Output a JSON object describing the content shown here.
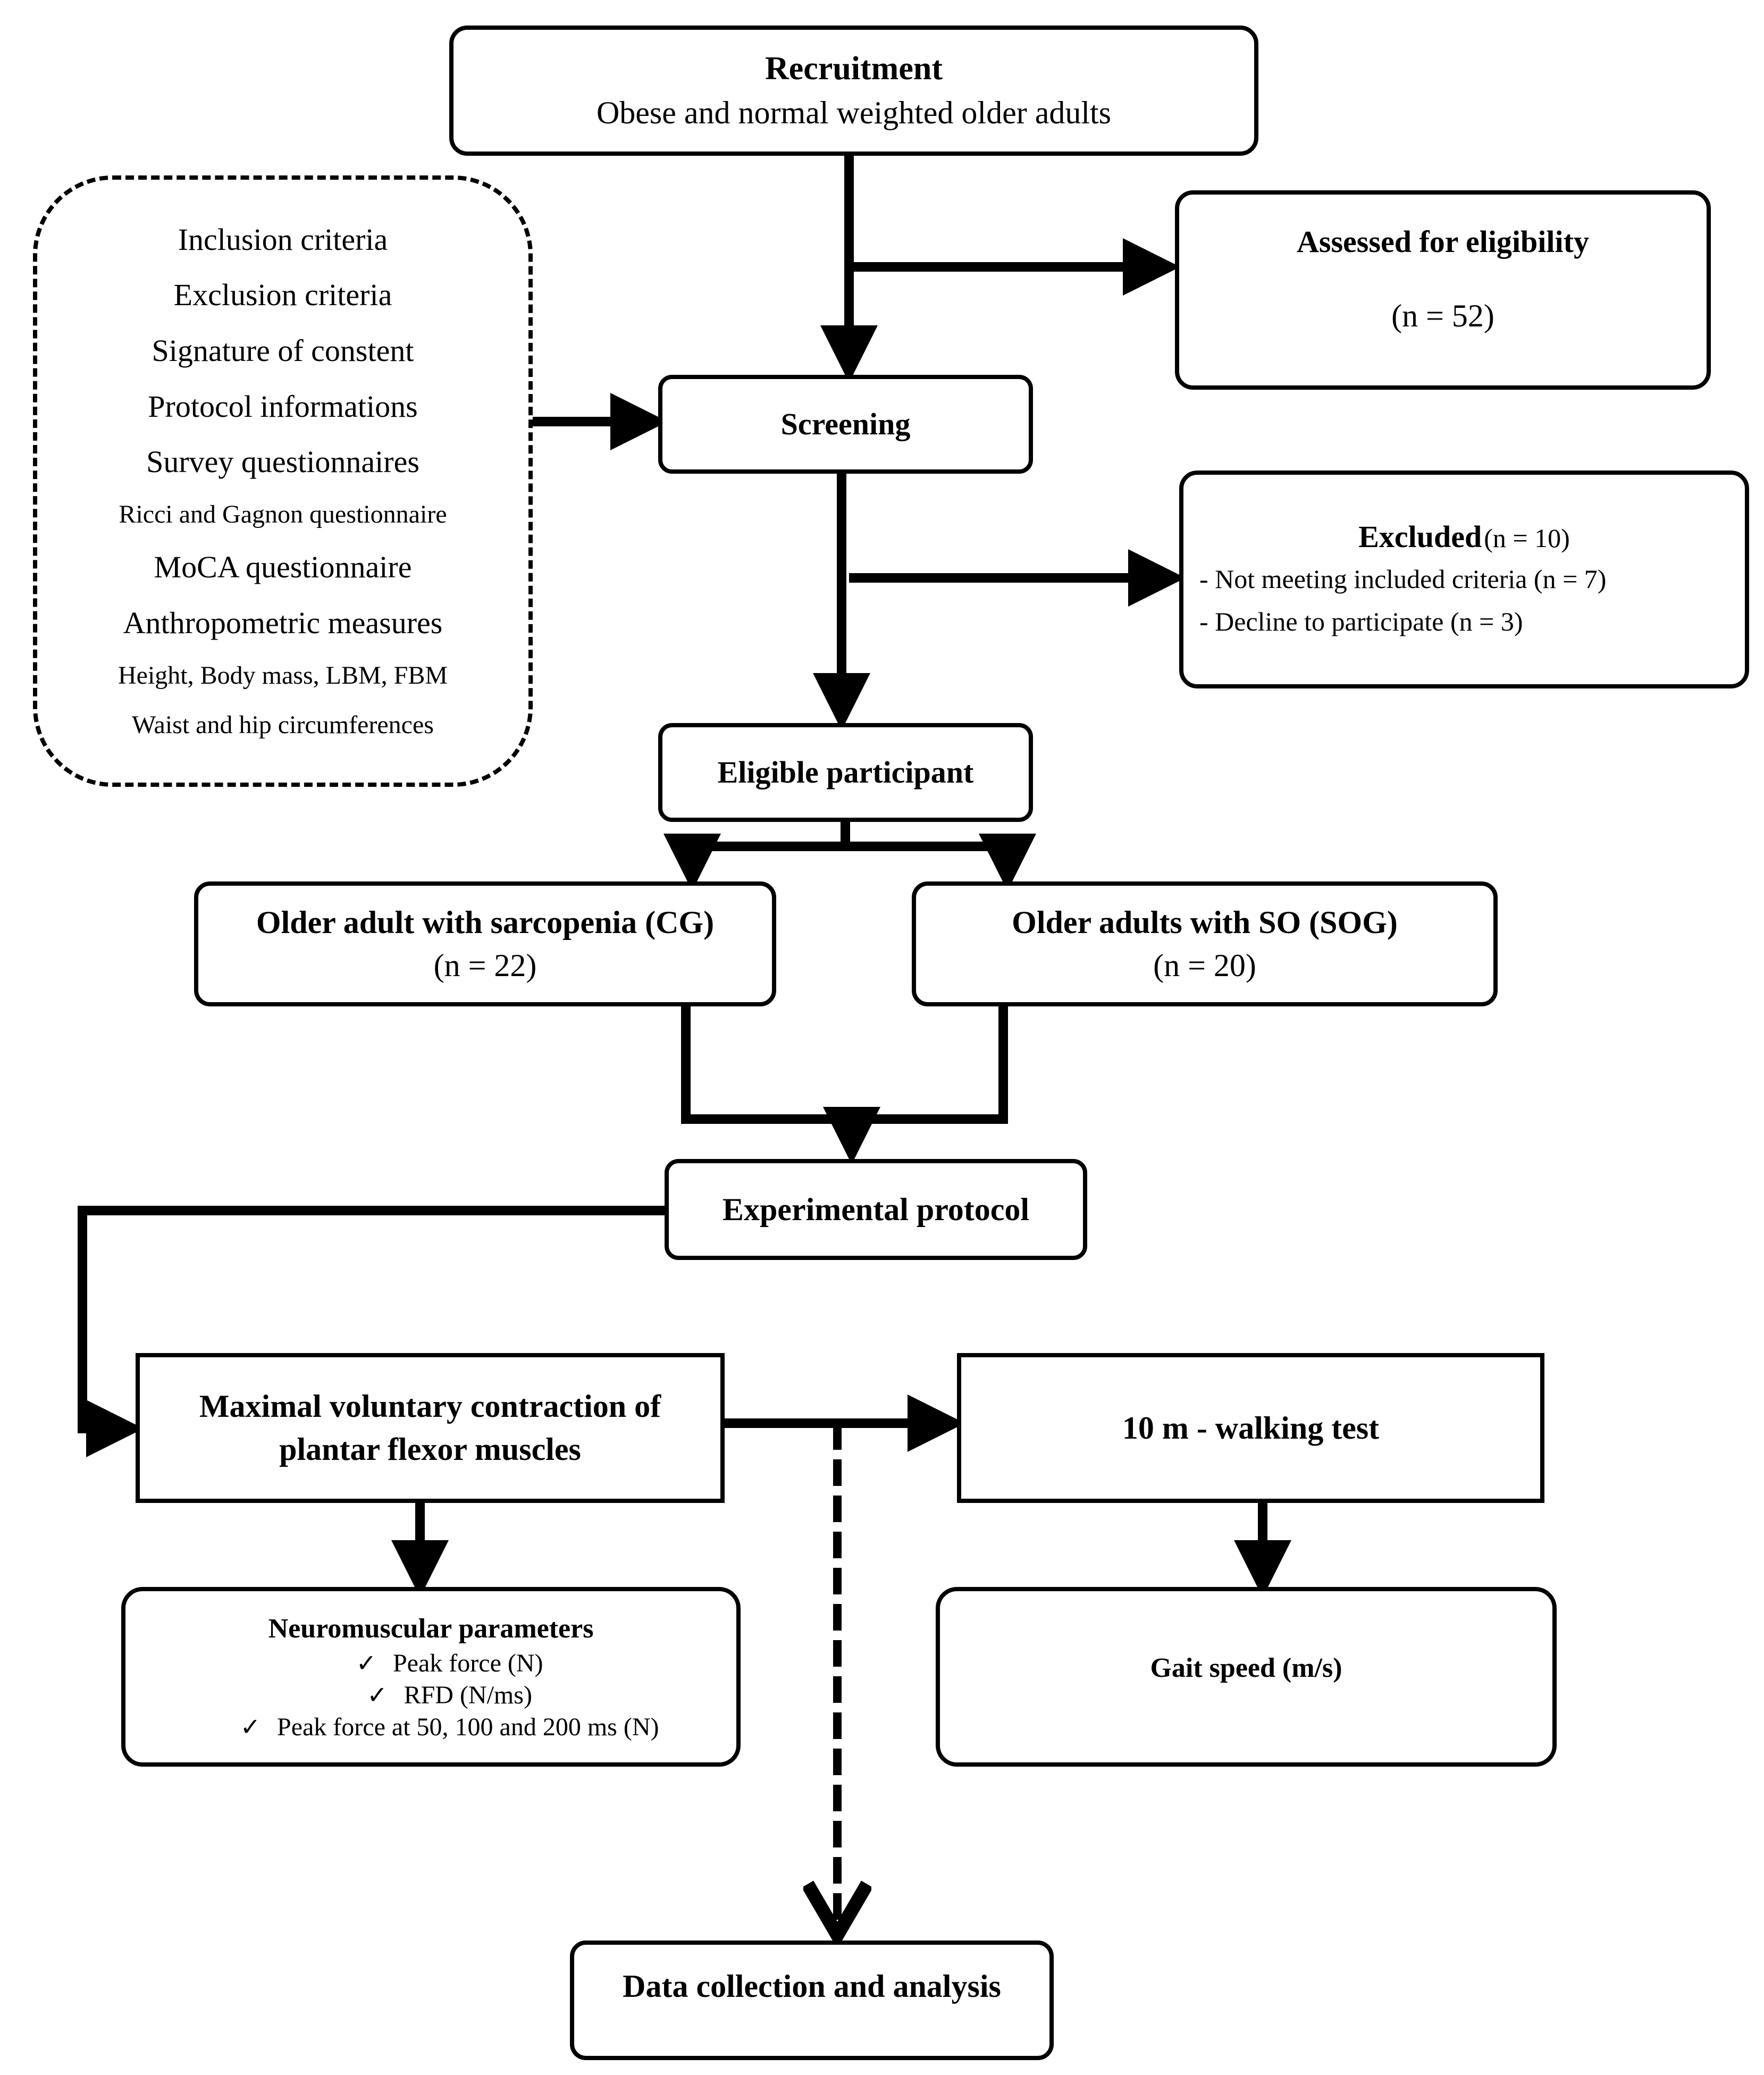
{
  "recruitment": {
    "title": "Recruitment",
    "subtitle": "Obese and normal weighted older adults"
  },
  "eligibility": {
    "title": "Assessed for eligibility",
    "count": "(n = 52)"
  },
  "screening_items": [
    {
      "label": "Inclusion criteria"
    },
    {
      "label": "Exclusion criteria"
    },
    {
      "label": "Signature of constent"
    },
    {
      "label": "Protocol informations"
    },
    {
      "label": "Survey questionnaires"
    },
    {
      "label": "Ricci and Gagnon questionnaire"
    },
    {
      "label": "MoCA questionnaire"
    },
    {
      "label": "Anthropometric measures"
    },
    {
      "label": "Height, Body mass, LBM, FBM"
    },
    {
      "label": "Waist and hip circumferences"
    }
  ],
  "screening": {
    "title": "Screening"
  },
  "excluded": {
    "title": "Excluded",
    "count": "(n = 10)",
    "reasons": [
      {
        "label": "- Not meeting included criteria  (n = 7)"
      },
      {
        "label": "- Decline  to participate (n = 3)"
      }
    ]
  },
  "eligible": {
    "title": "Eligible participant"
  },
  "group_cg": {
    "title": "Older adult with sarcopenia (CG)",
    "count": "(n = 22)"
  },
  "group_sog": {
    "title": "Older adults with SO (SOG)",
    "count": "(n = 20)"
  },
  "protocol": {
    "title": "Experimental protocol"
  },
  "mvc": {
    "line1": "Maximal voluntary contraction of",
    "line2": "plantar flexor muscles"
  },
  "walking": {
    "title": "10 m - walking test"
  },
  "neuromuscular": {
    "title": "Neuromuscular parameters",
    "check_glyph": "✓",
    "items": [
      {
        "label": "Peak force (N)"
      },
      {
        "label": "RFD (N/ms)"
      },
      {
        "label": "Peak force at 50, 100 and 200 ms (N)"
      }
    ]
  },
  "gait": {
    "title": "Gait speed (m/s)"
  },
  "data": {
    "title": "Data collection and analysis"
  }
}
